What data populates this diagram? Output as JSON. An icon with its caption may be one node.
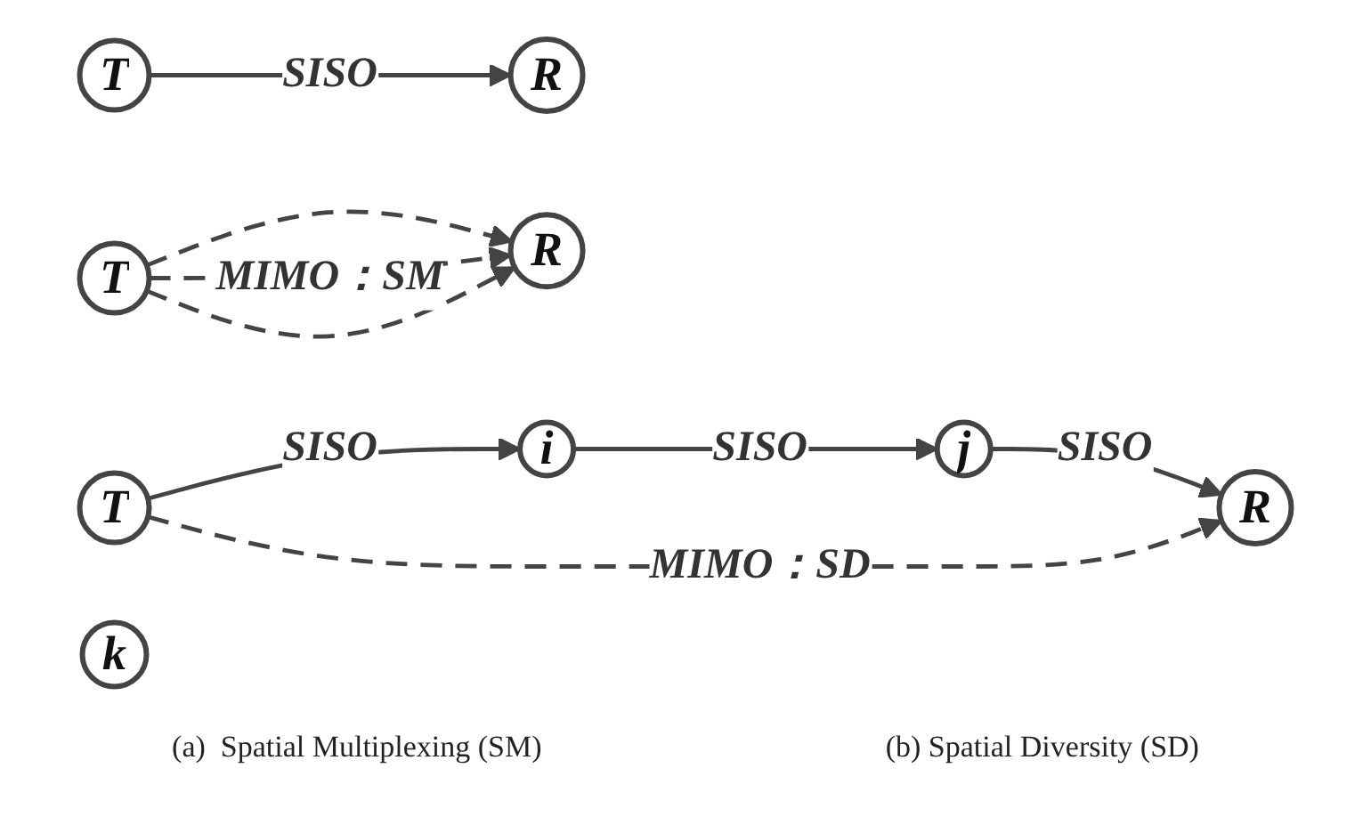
{
  "diagram": {
    "nodes": [
      {
        "text": [
          "T"
        ]
      },
      {
        "text": [
          "R"
        ]
      },
      {
        "text": [
          "T"
        ]
      },
      {
        "text": [
          "R"
        ]
      },
      {
        "text": [
          "T"
        ]
      },
      {
        "text": [
          "i"
        ]
      },
      {
        "text": [
          "j"
        ]
      },
      {
        "text": [
          "k"
        ]
      },
      {
        "text": [
          "R"
        ]
      }
    ],
    "edges": [
      {
        "from": 0,
        "to": 1,
        "arrow": "to",
        "label": "SISO"
      },
      {
        "from": 2,
        "to": 3,
        "arrow": "to",
        "style": "dashed"
      },
      {
        "from": 2,
        "to": 3,
        "arrow": "to",
        "style": "dashed",
        "label": "MIMO：SM"
      },
      {
        "from": 2,
        "to": 3,
        "arrow": "to",
        "style": "dashed"
      },
      {
        "from": 4,
        "to": 5,
        "arrow": "to",
        "label": "SISO"
      },
      {
        "from": 5,
        "to": 6,
        "arrow": "to",
        "label": "SISO"
      },
      {
        "from": 6,
        "to": 8,
        "arrow": "to",
        "label": "SISO"
      },
      {
        "from": 4,
        "to": 8,
        "arrow": "to",
        "style": "dashed",
        "label": "MIMO：SD"
      }
    ],
    "labels": [
      "(a)  Spatial Multiplexing (SM)",
      "(b) Spatial Diversity (SD)"
    ]
  }
}
